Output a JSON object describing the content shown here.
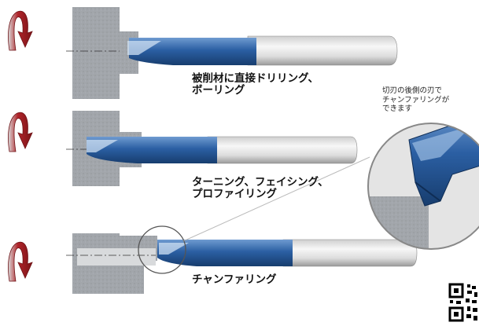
{
  "steps": [
    {
      "label_line1": "被削材に直接ドリリング、",
      "label_line2": "ボーリング"
    },
    {
      "label_line1": "ターニング、フェイシング、",
      "label_line2": "プロファイリング"
    },
    {
      "label_line1": "チャンファリング",
      "label_line2": ""
    }
  ],
  "detail_note": {
    "line1": "切刃の後側の刃で",
    "line2": "チャンファリングが",
    "line3": "できます"
  },
  "icons": {
    "rotation": "rotation-arrow-icon",
    "qr": "qr-code-icon"
  },
  "colors": {
    "arrow_red": "#b0242a",
    "tool_blue": "#1f4e8c",
    "tool_light_blue": "#6f9bd0",
    "shank_gray": "#e2e2e2",
    "workpiece_gray": "#9a9ea3"
  }
}
